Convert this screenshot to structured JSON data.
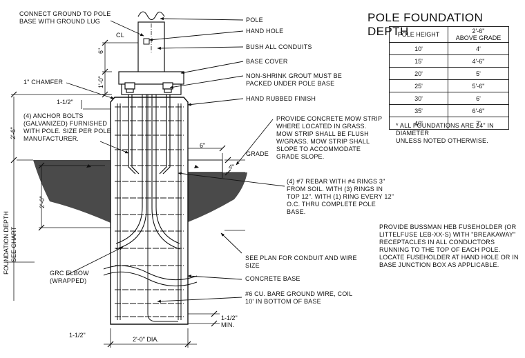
{
  "labels": {
    "connect_ground": "CONNECT GROUND TO POLE\nBASE WITH GROUND LUG",
    "cl": "CL",
    "pole": "POLE",
    "hand_hole": "HAND HOLE",
    "bush_conduits": "BUSH ALL CONDUITS",
    "base_cover": "BASE COVER",
    "grout": "NON-SHRINK GROUT MUST BE\nPACKED UNDER POLE BASE",
    "chamfer": "1\" CHAMFER",
    "hand_rubbed": "HAND RUBBED FINISH",
    "anchor_bolts": "(4) ANCHOR BOLTS\n(GALVANIZED) FURNISHED\nWITH POLE. SIZE PER POLE\nMANUFACTURER.",
    "mow_strip": "PROVIDE CONCRETE MOW STRIP\nWHERE LOCATED IN GRASS.\nMOW STRIP SHALL BE FLUSH\nW/GRASS. MOW STRIP SHALL\nSLOPE TO ACCOMMODATE\nGRADE SLOPE.",
    "grade": "GRADE",
    "rebar": "(4) #7 REBAR WITH #4 RINGS 3\"\nFROM SOIL. WITH (3) RINGS IN\nTOP 12\". WITH (1) RING EVERY 12\"\nO.C. THRU COMPLETE POLE\nBASE.",
    "see_plan": "SEE PLAN FOR CONDUIT AND WIRE\nSIZE",
    "grc_elbow": "GRC ELBOW\n(WRAPPED)",
    "concrete_base": "CONCRETE BASE",
    "ground_wire": "#6 CU. BARE GROUND WIRE, COIL\n10' IN BOTTOM OF BASE",
    "foundation_depth": "FOUNDATION DEPTH",
    "see_chart": "SEE CHART"
  },
  "dims": {
    "d_6in_top": "6\"",
    "d_1ft": "1'-0\"",
    "d_1_5_left": "1-1/2\"",
    "d_2_6": "2'-6\"",
    "d_6in_mow": "6\"",
    "d_4in": "4\"",
    "d_2_0": "2'-0\"",
    "d_1_5_min": "1-1/2\"\nMIN.",
    "d_1_5_bottom": "1-1/2\"",
    "d_dia": "2'-0\" DIA."
  },
  "chart": {
    "title": "POLE FOUNDATION DEPTH",
    "col1": "POLE HEIGHT",
    "col2": "2'-6\"\nABOVE GRADE",
    "rows": [
      [
        "10'",
        "4'"
      ],
      [
        "15'",
        "4'-6\""
      ],
      [
        "20'",
        "5'"
      ],
      [
        "25'",
        "5'-6\""
      ],
      [
        "30'",
        "6'"
      ],
      [
        "35'",
        "6'-6\""
      ],
      [
        "40'",
        "7'"
      ]
    ],
    "note": "* ALL FOUNDATIONS ARE 24\" IN\nDIAMETER\n UNLESS NOTED OTHERWISE."
  },
  "right_note": "PROVIDE BUSSMAN HEB FUSEHOLDER (OR\nLITTELFUSE LEB-XX-S) WITH \"BREAKAWAY\"\nRECEPTACLES IN ALL CONDUCTORS\nRUNNING TO THE TOP OF EACH POLE.\nLOCATE FUSEHOLDER AT HAND HOLE OR IN\nBASE JUNCTION BOX AS APPLICABLE."
}
